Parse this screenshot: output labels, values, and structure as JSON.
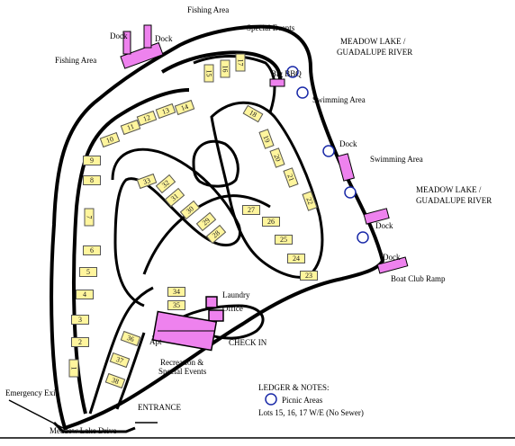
{
  "labels": {
    "fishing_area_top": "Fishing Area",
    "fishing_area_left": "Fishing Area",
    "special_events_top": "Special Events",
    "dock_1": "Dock",
    "dock_2": "Dock",
    "dock_3": "Dock",
    "dock_4": "Dock",
    "dock_5": "Dock",
    "meadow_lake_1": "MEADOW LAKE /",
    "guadalupe_1": "GUADALUPE RIVER",
    "meadow_lake_2": "MEADOW LAKE /",
    "guadalupe_2": "GUADALUPE RIVER",
    "big_bbq": "Big BBQ",
    "swimming_area_1": "Swimming Area",
    "swimming_area_2": "Swimming Area",
    "boat_club_ramp": "Boat Club Ramp",
    "laundry": "Laundry",
    "office": "Office",
    "check_in": "CHECK IN",
    "apt": "Apt",
    "recreation_1": "Recreation &",
    "recreation_2": "Special Events",
    "emergency_exit": "Emergency Exit",
    "meadow_lake_drive": "Meadow Lake Drive",
    "entrance": "ENTRANCE"
  },
  "legend": {
    "title": "LEDGER & NOTES:",
    "picnic": "Picnic Areas",
    "note": "Lots 15, 16, 17 W/E (No Sewer)"
  },
  "sites": [
    "1",
    "2",
    "3",
    "4",
    "5",
    "6",
    "7",
    "8",
    "9",
    "10",
    "11",
    "12",
    "13",
    "14",
    "15",
    "16",
    "17",
    "18",
    "19",
    "20",
    "21",
    "22",
    "23",
    "24",
    "25",
    "26",
    "27",
    "28",
    "29",
    "30",
    "31",
    "32",
    "33",
    "34",
    "35",
    "36",
    "37",
    "38"
  ],
  "colors": {
    "site_fill": "#fff59d",
    "building_fill": "#ee82ee",
    "road": "#000000",
    "picnic": "#1a2aa8"
  }
}
